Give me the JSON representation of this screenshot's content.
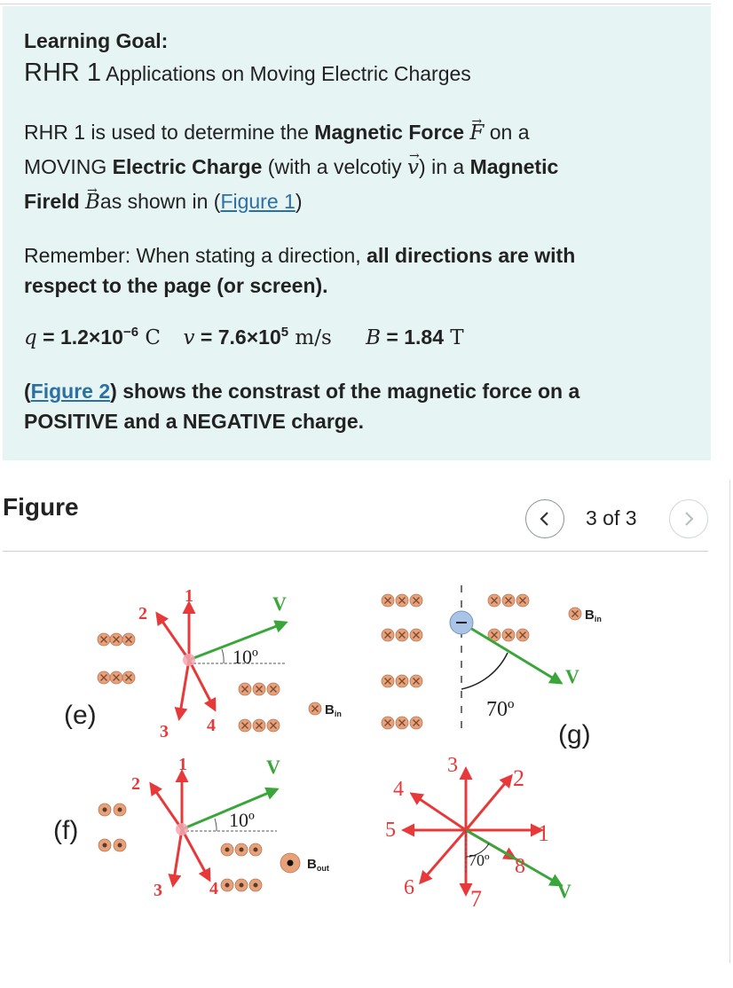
{
  "learning_goal": {
    "heading": "Learning Goal:",
    "subtitle_prefix": "RHR 1",
    "subtitle_rest": " Applications on Moving Electric Charges"
  },
  "intro": {
    "t1": "RHR 1 is used to determine the ",
    "t2": "Magnetic Force",
    "vec_F": "F",
    "t3": " on a",
    "t4": "MOVING ",
    "t5": "Electric Charge",
    "t6": " (with a velcotiy ",
    "vec_v": "v",
    "t7": ") in a ",
    "t8": "Magnetic",
    "t9": "Fireld",
    "vec_B": "B",
    "t10": "as shown in (",
    "link": "Figure 1",
    "t11": ")"
  },
  "remember": {
    "t1": "Remember: When stating a direction, ",
    "t2": "all directions are with",
    "t3": "respect to the page (or screen)."
  },
  "givens": {
    "q_sym": "q",
    "q_val": " = 1.2×10",
    "q_exp": "−6",
    "q_unit": " C",
    "v_sym": "v",
    "v_val": " = 7.6×10",
    "v_exp": "5",
    "v_unit": " m/s",
    "B_sym": "B",
    "B_val": " = 1.84",
    "B_unit": " T"
  },
  "figure2_note": {
    "open": "(",
    "link": "Figure 2",
    "t1": ") shows the constrast of the magnetic force on a",
    "t2": "POSITIVE and a NEGATIVE charge."
  },
  "figure": {
    "title": "Figure",
    "page_indicator": "3 of 3",
    "prev_icon": "chevron-left-icon",
    "next_icon": "chevron-right-icon"
  },
  "diagram": {
    "label_e": "(e)",
    "label_f": "(f)",
    "label_g": "(g)",
    "v_label": "V",
    "angle_10": "10º",
    "angle_70": "70º",
    "angle_70_bottom": "70º",
    "B_in_sub": "in",
    "B_out": "B",
    "B_out_sub": "out",
    "arrow_numbers": [
      "1",
      "2",
      "3",
      "4",
      "5",
      "6",
      "7",
      "8"
    ],
    "colors": {
      "force_arrows": "#e8393a",
      "velocity": "#3aa63a",
      "field_dot": "#e7a27a",
      "negative_charge": "#a9c4e6"
    }
  }
}
